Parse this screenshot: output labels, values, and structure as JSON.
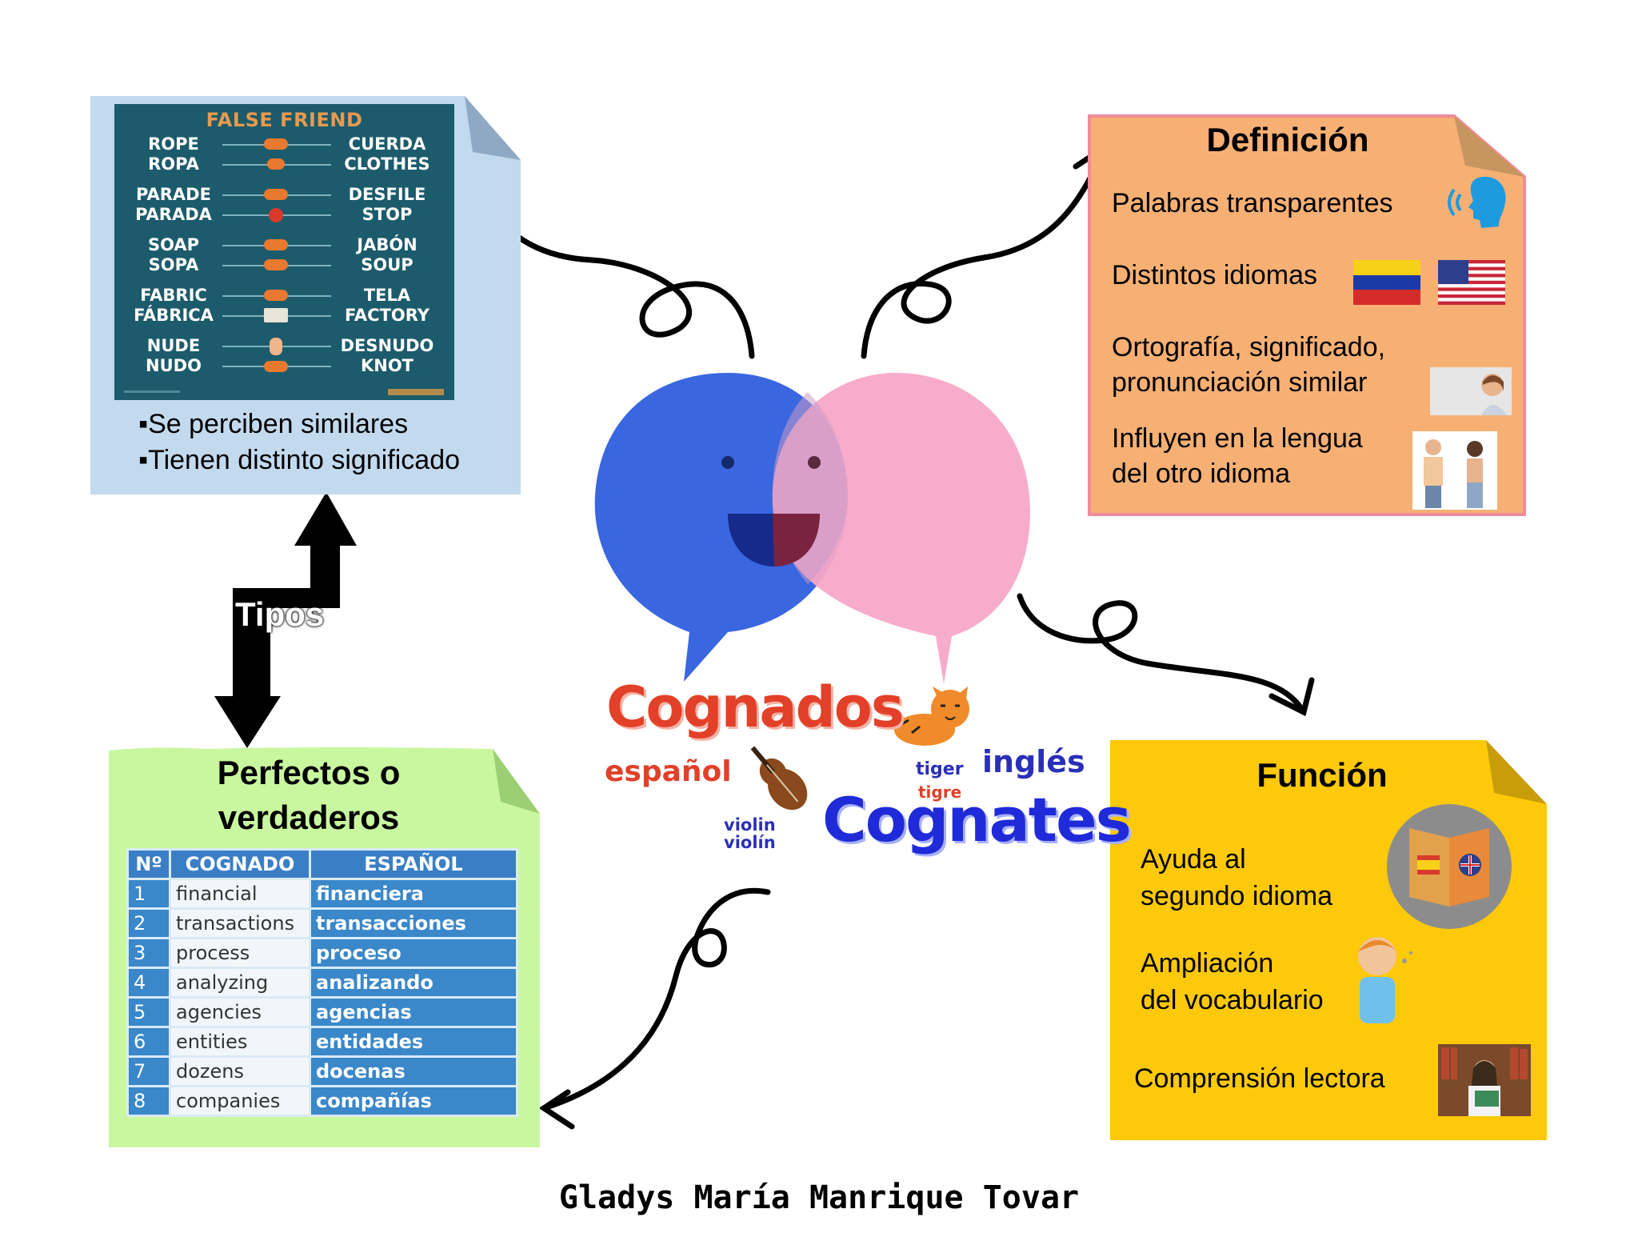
{
  "false_friend": {
    "title": "FALSE FRIEND",
    "pairs": [
      {
        "l1": "ROPE",
        "l2": "ROPA",
        "r1": "CUERDA",
        "r2": "CLOTHES"
      },
      {
        "l1": "PARADE",
        "l2": "PARADA",
        "r1": "DESFILE",
        "r2": "STOP"
      },
      {
        "l1": "SOAP",
        "l2": "SOPA",
        "r1": "JABÓN",
        "r2": "SOUP"
      },
      {
        "l1": "FABRIC",
        "l2": "FÁBRICA",
        "r1": "TELA",
        "r2": "FACTORY"
      },
      {
        "l1": "NUDE",
        "l2": "NUDO",
        "r1": "DESNUDO",
        "r2": "KNOT"
      }
    ],
    "bullets": [
      "Se perciben similares",
      "Tienen distinto significado"
    ],
    "card_color": "#c3d9ee"
  },
  "tipos_label": "Tipos",
  "perfectos": {
    "title": "Perfectos o verdaderos",
    "headers": [
      "Nº",
      "COGNADO",
      "ESPAÑOL"
    ],
    "rows": [
      [
        "1",
        "financial",
        "financiera"
      ],
      [
        "2",
        "transactions",
        "transacciones"
      ],
      [
        "3",
        "process",
        "proceso"
      ],
      [
        "4",
        "analyzing",
        "analizando"
      ],
      [
        "5",
        "agencies",
        "agencias"
      ],
      [
        "6",
        "entities",
        "entidades"
      ],
      [
        "7",
        "dozens",
        "docenas"
      ],
      [
        "8",
        "companies",
        "compañías"
      ]
    ],
    "card_color": "#c9f7a0"
  },
  "definicion": {
    "title": "Definición",
    "items": [
      "Palabras transparentes",
      "Distintos idiomas",
      "Ortografía,     significado,",
      "pronunciación similar",
      "Influyen en la lengua",
      "del otro idioma"
    ],
    "card_color": "#f7b074",
    "border_color": "#f08c9a"
  },
  "funcion": {
    "title": "Función",
    "items": [
      "Ayuda al",
      "segundo idioma",
      "Ampliación",
      "del vocabulario",
      "Comprensión lectora"
    ],
    "card_color": "#fdc90a"
  },
  "center": {
    "cognados": "Cognados",
    "espanol": "español",
    "violin_en": "violin",
    "violin_es": "violín",
    "tiger": "tiger",
    "tigre": "tigre",
    "ingles": "inglés",
    "cognates": "Cognates",
    "bubble_blue": "#3a66e0",
    "bubble_pink": "#f8a8c8"
  },
  "author": "Gladys María Manrique Tovar"
}
